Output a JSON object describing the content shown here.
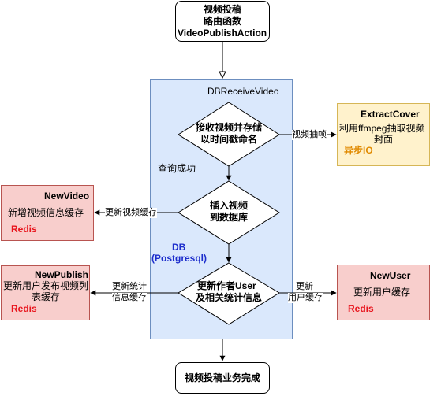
{
  "start": {
    "line1": "视频投稿",
    "line2": "路由函数",
    "line3": "VideoPublishAction"
  },
  "container": {
    "title": "DBReceiveVideo",
    "query_success": "查询成功",
    "db_label": "DB",
    "db_engine": "(Postgresql)"
  },
  "decisions": {
    "receive": {
      "line1": "接收视频并存储",
      "line2": "以时间戳命名"
    },
    "insert": {
      "line1": "插入视频",
      "line2": "到数据库"
    },
    "update": {
      "line1": "更新作者User",
      "line2": "及相关统计信息"
    }
  },
  "extract_cover": {
    "title": "ExtractCover",
    "line1": "利用ffmpeg抽取视频",
    "line2": "封面",
    "tag": "异步IO"
  },
  "new_video": {
    "title": "NewVideo",
    "desc": "新增视频信息缓存",
    "tag": "Redis"
  },
  "new_publish": {
    "title": "NewPublish",
    "line1": "更新用户发布视频列",
    "line2": "表缓存",
    "tag": "Redis"
  },
  "new_user": {
    "title": "NewUser",
    "desc": "更新用户缓存",
    "tag": "Redis"
  },
  "edges": {
    "extract_frame": "视频抽帧",
    "update_video_cache": "更新视频缓存",
    "update_stats_1": "更新统计",
    "update_stats_2": "信息缓存",
    "update_user_1": "更新",
    "update_user_2": "用户缓存"
  },
  "end": {
    "label": "视频投稿业务完成"
  },
  "colors": {
    "container_fill": "#dae8fc",
    "container_stroke": "#6c8ebf",
    "red_fill": "#f8cecc",
    "red_stroke": "#b85450",
    "yellow_fill": "#fff2cc",
    "yellow_stroke": "#d6b656",
    "redis_text": "#e8141c",
    "async_text": "#e08a00",
    "db_text": "#1c2dcc"
  }
}
